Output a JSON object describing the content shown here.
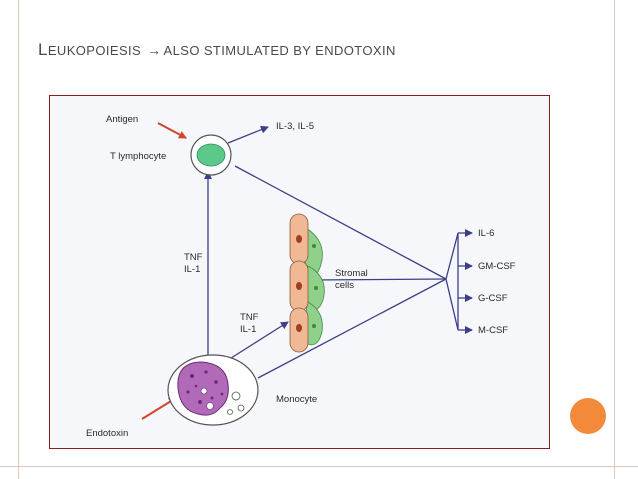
{
  "slide": {
    "title_first_letter": "L",
    "title_rest_word": "EUKOPOIESIS",
    "title_arrow": "→",
    "title_tail": "ALSO STIMULATED BY ENDOTOXIN"
  },
  "diagram": {
    "antigen": "Antigen",
    "t_lymphocyte": "T lymphocyte",
    "il3_il5": "IL-3, IL-5",
    "tnf_left_1": "TNF",
    "tnf_left_2": "IL-1",
    "tnf_mid_1": "TNF",
    "tnf_mid_2": "IL-1",
    "stromal_1": "Stromal",
    "stromal_2": "cells",
    "monocyte": "Monocyte",
    "endotoxin": "Endotoxin",
    "outputs": [
      "IL-6",
      "GM-CSF",
      "G-CSF",
      "M-CSF"
    ]
  },
  "colors": {
    "accent_orange": "#f28a3a",
    "frame_border": "#8b1c1c",
    "arrow_blue": "#3a3f86",
    "pointer_red": "#d0452c",
    "t_cell_green": "#5cc98a",
    "stromal_green": "#8fd18a",
    "monocyte_purple": "#b06ab8",
    "cell_tan": "#f0b894"
  }
}
